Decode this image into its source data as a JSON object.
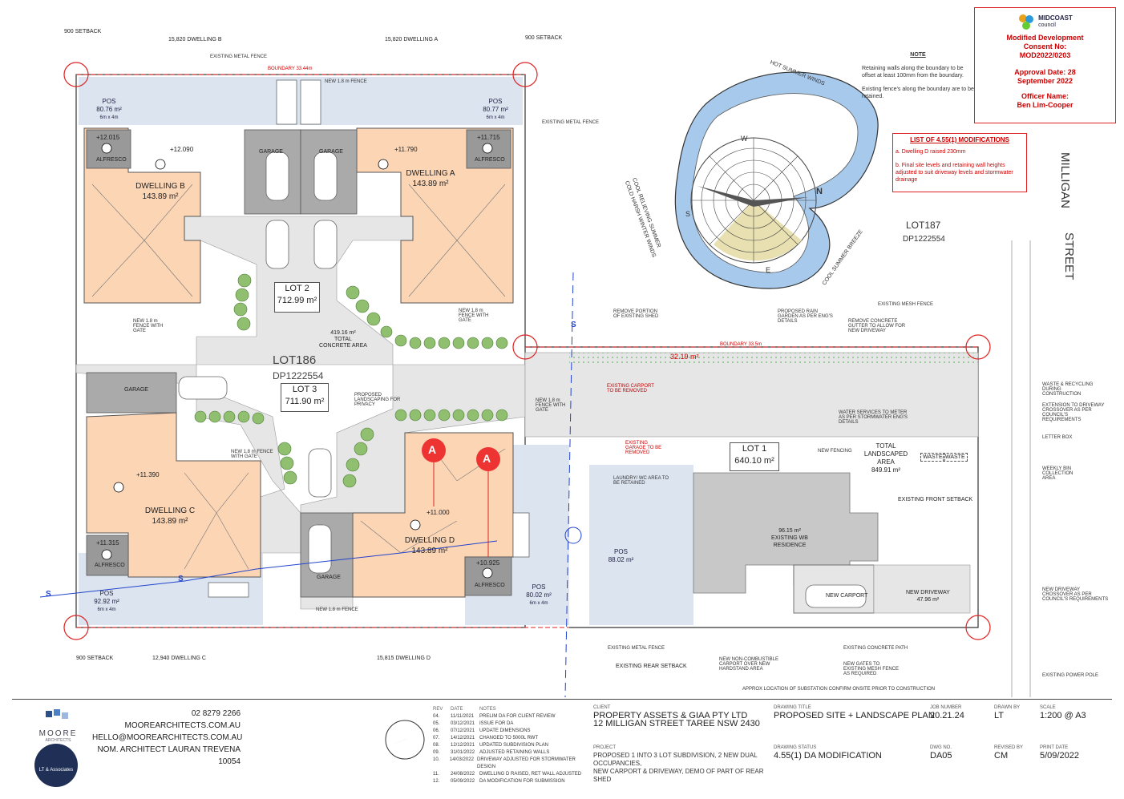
{
  "plan": {
    "lot186": "LOT186",
    "dp186": "DP1222554",
    "lot187": "LOT187",
    "dp187": "DP1222554",
    "lot2": "LOT 2",
    "lot2_area": "712.99 m²",
    "lot3": "LOT 3",
    "lot3_area": "711.90 m²",
    "lot1": "LOT 1",
    "lot1_area": "640.10 m²",
    "dwelling_a": "DWELLING A",
    "dwelling_a_area": "143.89 m²",
    "dwelling_b": "DWELLING B",
    "dwelling_b_area": "143.89 m²",
    "dwelling_c": "DWELLING C",
    "dwelling_c_area": "143.89 m²",
    "dwelling_d": "DWELLING D",
    "dwelling_d_area": "143.89 m²",
    "garage": "GARAGE",
    "alfresco": "ALFRESCO",
    "pos": "POS",
    "pos_b": "80.76 m²",
    "pos_a": "80.77 m²",
    "pos_c": "92.92 m²",
    "pos_d": "80.02 m²",
    "pos_lot1": "88.02 m²",
    "pos_dim": "6m x 4m",
    "level_b_alf": "+12.015",
    "level_b": "+12.090",
    "level_a": "+11.790",
    "level_a_alf": "+11.715",
    "level_c": "+11.390",
    "level_c_alf": "+11.315",
    "level_d": "+11.000",
    "level_d_alf": "+10.925",
    "concrete_area": "419.16 m²",
    "concrete_label": "TOTAL CONCRETE AREA",
    "existing_res_area": "96.15 m²",
    "existing_res": "EXISTING WB RESIDENCE",
    "landscaped_label": "TOTAL LANDSCAPED AREA",
    "landscaped_area": "849.91 m²",
    "new_carport": "NEW CARPORT",
    "new_driveway": "NEW DRIVEWAY",
    "new_driveway_area": "47.96 m²",
    "street": "MILLIGAN",
    "street2": "STREET",
    "boundary_top": "BOUNDARY 33.44m",
    "boundary_mid": "BOUNDARY 33.5m",
    "dim_3219": "32.19 m²",
    "top_dim_b": "15,820 DWELLING B",
    "top_dim_a": "15,820 DWELLING A",
    "setback_900": "900 SETBACK",
    "bottom_c": "12,940 DWELLING C",
    "bottom_d": "15,815 DWELLING D",
    "rear_setback": "EXISTING REAR SETBACK",
    "front_setback": "EXISTING FRONT SETBACK",
    "waste": "WASTE",
    "markA": "A",
    "sewer": "S"
  },
  "callouts": {
    "existing_metal_fence": "EXISTING METAL FENCE",
    "new_fence": "NEW 1.8 m FENCE",
    "existing_mesh_fence": "EXISTING MESH FENCE",
    "remove_shed": "REMOVE PORTION OF EXISTING SHED",
    "rain_garden": "PROPOSED RAIN GARDEN AS PER ENG'S DETAILS",
    "remove_gutter": "REMOVE CONCRETE GUTTER TO ALLOW FOR NEW DRIVEWAY",
    "waste_recycling": "WASTE & RECYCLING DURING CONSTRUCTION",
    "extension_driveway": "EXTENSION TO DRIVEWAY CROSSOVER AS PER COUNCIL'S REQUIREMENTS",
    "letter_box": "LETTER BOX",
    "weekly_bin": "WEEKLY BIN COLLECTION AREA",
    "new_crossover": "NEW DRIVEWAY CROSSOVER AS PER COUNCIL'S REQUIREMENTS",
    "power_pole": "EXISTING POWER POLE",
    "substation": "APPROX LOCATION OF SUBSTATION CONFIRM ONSITE PRIOR TO CONSTRUCTION",
    "concrete_path": "EXISTING CONCRETE PATH",
    "new_gates": "NEW GATES TO EXISTING MESH FENCE AS REQUIRED",
    "carport_note": "NEW NON-COMBUSTIBLE CARPORT OVER NEW HARDSTAND AREA",
    "water_services": "WATER SERVICES TO METER AS PER STORMWATER ENG'S DETAILS",
    "new_fencing": "NEW FENCING",
    "existing_carport": "EXISTING CARPORT TO BE REMOVED",
    "existing_garage": "EXISTING GARAGE TO BE REMOVED",
    "laundry": "LAUNDRY/ WC AREA TO BE RETAINED",
    "proposed_landscaping": "PROPOSED LANDSCAPING FOR PRIVACY",
    "fence_gate": "NEW 1.8 m FENCE WITH GATE"
  },
  "compass": {
    "hot": "HOT SUMMER WINDS",
    "cool_relieving": "COOL RELIEVING SUMMER",
    "cold": "COLD HARSH WINTER WINDS",
    "cool_breeze": "COOL SUMMER BREEZE",
    "n": "N",
    "s": "S",
    "e": "E",
    "w": "W"
  },
  "note": {
    "title": "NOTE",
    "line1": "Retaining walls along the boundary to be offset at least 100mm from the boundary.",
    "line2": "Existing fence's along the boundary are to be retained."
  },
  "modifications": {
    "title": "LIST OF 4.55(1) MODIFICATIONS",
    "item_a": "a. Dwelling D raised 230mm",
    "item_b": "b. Final site levels and retaining wall heights adjusted to suit driveway levels and stormwater drainage"
  },
  "stamp": {
    "org": "MIDCOAST",
    "org_sub": "council",
    "l1": "Modified Development",
    "l2": "Consent No:",
    "l3": "MOD2022/0203",
    "l4": "Approval Date: 28",
    "l5": "September 2022",
    "l6": "Officer Name:",
    "l7": "Ben Lim-Cooper",
    "color": "#cc0000"
  },
  "titleblock": {
    "firm": "MOORE",
    "firm_sub": "ARCHITECTS",
    "assoc": "LT & Associates",
    "phone": "02 8279 2266",
    "web": "MOOREARCHITECTS.COM.AU",
    "email": "HELLO@MOOREARCHITECTS.COM.AU",
    "nominated": "NOM. ARCHITECT LAURAN TREVENA 10054",
    "client_k": "CLIENT",
    "client1": "PROPERTY ASSETS & GIAA PTY LTD",
    "client2": "12 MILLIGAN STREET TAREE NSW 2430",
    "project_k": "PROJECT",
    "project1": "PROPOSED 1 INTO 3 LOT SUBDIVISION, 2 NEW DUAL OCCUPANCIES,",
    "project2": "NEW CARPORT & DRIVEWAY, DEMO OF PART OF REAR SHED",
    "title_k": "DRAWING TITLE",
    "title": "PROPOSED SITE + LANDSCAPE PLAN",
    "status_k": "DRAWING STATUS",
    "status": "4.55(1) DA MODIFICATION",
    "job_k": "JOB NUMBER",
    "job": "20.21.24",
    "dwg_k": "DWG NO.",
    "dwg": "DA05",
    "drawn_k": "DRAWN BY",
    "drawn": "LT",
    "rev_k": "REVISED BY",
    "rev": "CM",
    "scale_k": "SCALE",
    "scale": "1:200 @ A3",
    "date_k": "PRINT DATE",
    "date": "5/09/2022",
    "rev_head": [
      "REV",
      "DATE",
      "NOTES"
    ],
    "revisions": [
      [
        "04.",
        "11/11/2021",
        "PRELIM DA FOR CLIENT REVIEW"
      ],
      [
        "05.",
        "03/12/2021",
        "ISSUE FOR DA"
      ],
      [
        "06.",
        "07/12/2021",
        "UPDATE DIMENSIONS"
      ],
      [
        "07.",
        "14/12/2021",
        "CHANGED TO 5000L RWT"
      ],
      [
        "08.",
        "12/12/2021",
        "UPDATED SUBDIVISION PLAN"
      ],
      [
        "09.",
        "31/01/2022",
        "ADJUSTED RETAINING WALLS"
      ],
      [
        "10.",
        "14/03/2022",
        "DRIVEWAY ADJUSTED FOR STORMWATER DESIGN"
      ],
      [
        "11.",
        "24/08/2022",
        "DWELLING D RAISED, RET WALL ADJUSTED"
      ],
      [
        "12.",
        "05/09/2022",
        "DA MODIFICATION FOR SUBMISSION"
      ]
    ]
  }
}
